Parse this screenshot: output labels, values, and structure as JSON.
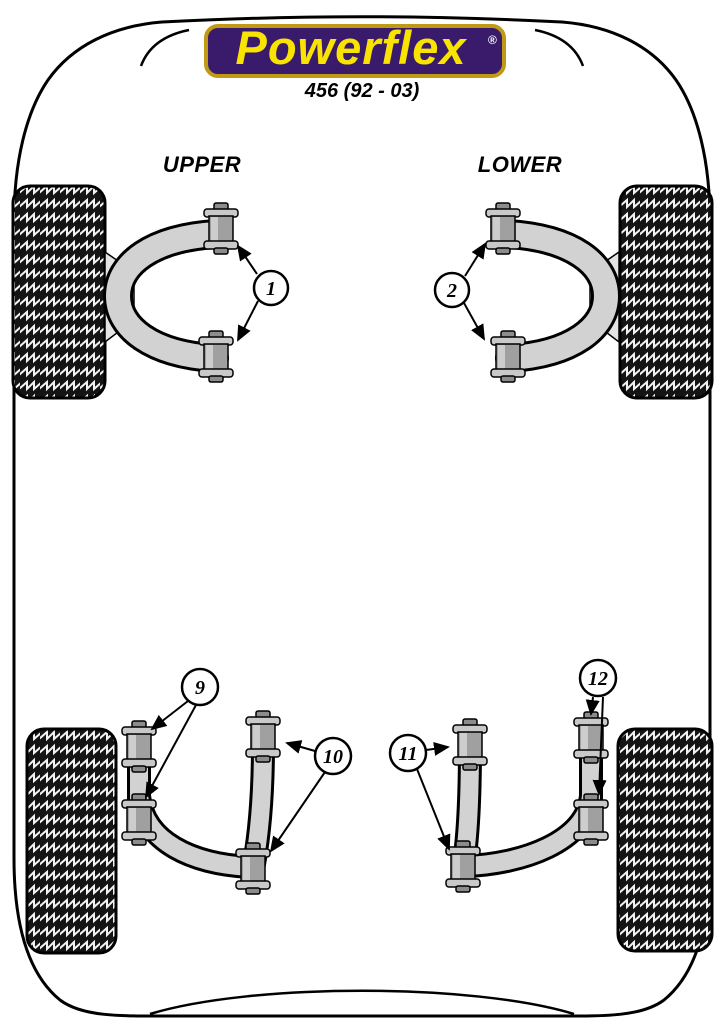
{
  "header": {
    "brand": "Powerflex",
    "registered": "®",
    "model": "456 (92 - 03)"
  },
  "labels": {
    "upper": "UPPER",
    "lower": "LOWER"
  },
  "callouts": [
    {
      "label": "1",
      "area": "front-upper-wishbone-bushings"
    },
    {
      "label": "2",
      "area": "front-lower-wishbone-bushings"
    },
    {
      "label": "9",
      "area": "rear-left-inner-bushings"
    },
    {
      "label": "10",
      "area": "rear-left-outer-bushings"
    },
    {
      "label": "11",
      "area": "rear-right-inner-bushings"
    },
    {
      "label": "12",
      "area": "rear-right-outer-bushings"
    }
  ],
  "colors": {
    "logo_bg": "#3a1a6b",
    "logo_border": "#c09a14",
    "logo_text": "#f8e400",
    "line": "#000000"
  }
}
